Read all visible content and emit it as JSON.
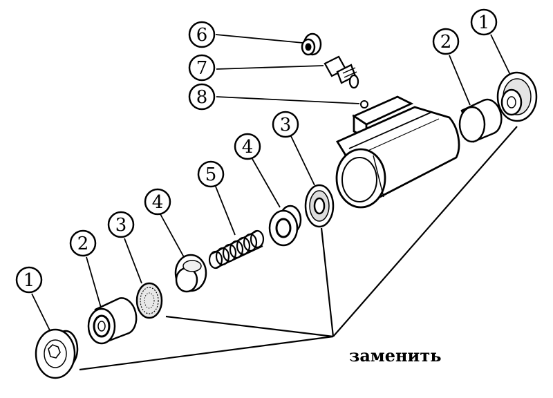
{
  "callouts": {
    "c1_left": "1",
    "c2_left": "2",
    "c3_left": "3",
    "c4_left": "4",
    "c5": "5",
    "c4_right": "4",
    "c3_right": "3",
    "c6": "6",
    "c7": "7",
    "c8": "8",
    "c2_right": "2",
    "c1_right": "1"
  },
  "caption": "заменить"
}
